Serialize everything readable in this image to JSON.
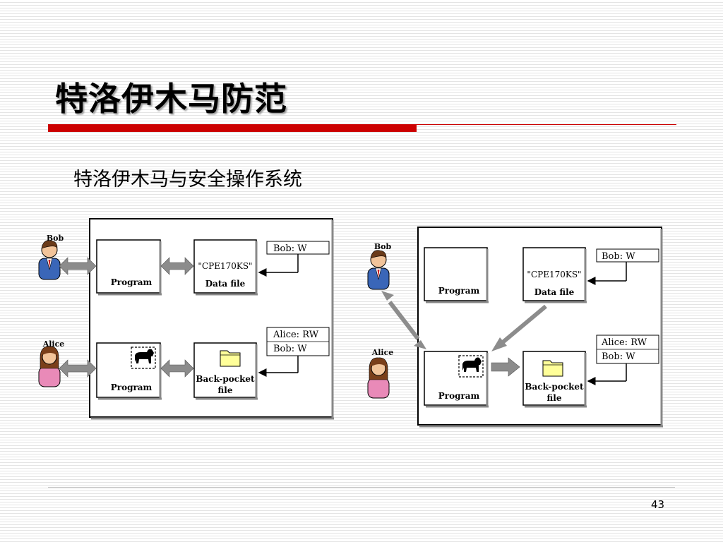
{
  "slide": {
    "title": "特洛伊木马防范",
    "subtitle": "特洛伊木马与安全操作系统",
    "page_number": "43"
  },
  "diagram": {
    "left": {
      "user_top": "Bob",
      "user_bottom": "Alice",
      "program_top": "Program",
      "program_bottom": "Program",
      "file_top_name": "\"CPE170KS\"",
      "file_top_label": "Data file",
      "file_bottom_label_1": "Back-pocket",
      "file_bottom_label_2": "file",
      "acl_top": "Bob: W",
      "acl_bottom_1": "Alice: RW",
      "acl_bottom_2": "Bob: W"
    },
    "right": {
      "user_top": "Bob",
      "user_bottom": "Alice",
      "program_top": "Program",
      "program_bottom": "Program",
      "file_top_name": "\"CPE170KS\"",
      "file_top_label": "Data file",
      "file_bottom_label_1": "Back-pocket",
      "file_bottom_label_2": "file",
      "acl_top": "Bob: W",
      "acl_bottom_1": "Alice: RW",
      "acl_bottom_2": "Bob: W"
    }
  },
  "colors": {
    "accent_red": "#cc0000",
    "arrow_gray": "#8c8c8c",
    "folder_yellow": "#ffff99"
  }
}
